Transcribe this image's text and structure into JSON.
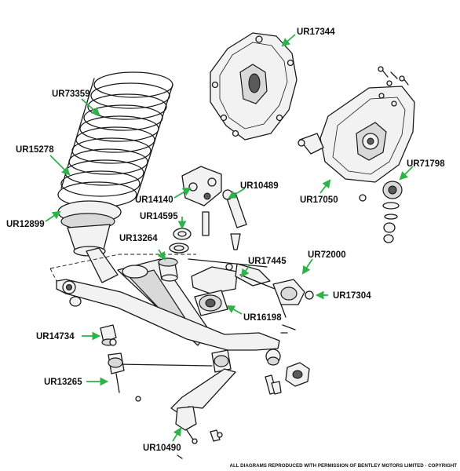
{
  "accent_color": "#2db34a",
  "labels": {
    "UR17344": "UR17344",
    "UR73359": "UR73359",
    "UR15278": "UR15278",
    "UR12899": "UR12899",
    "UR14140": "UR14140",
    "UR10489": "UR10489",
    "UR14595": "UR14595",
    "UR13264": "UR13264",
    "UR17445": "UR17445",
    "UR72000": "UR72000",
    "UR17304": "UR17304",
    "UR16198": "UR16198",
    "UR14734": "UR14734",
    "UR13265": "UR13265",
    "UR10490": "UR10490",
    "UR17050": "UR17050",
    "UR71798": "UR71798"
  },
  "footer": "ALL DIAGRAMS REPRODUCED WITH PERMISSION OF BENTLEY MOTORS LIMITED - COPYRIGHT"
}
